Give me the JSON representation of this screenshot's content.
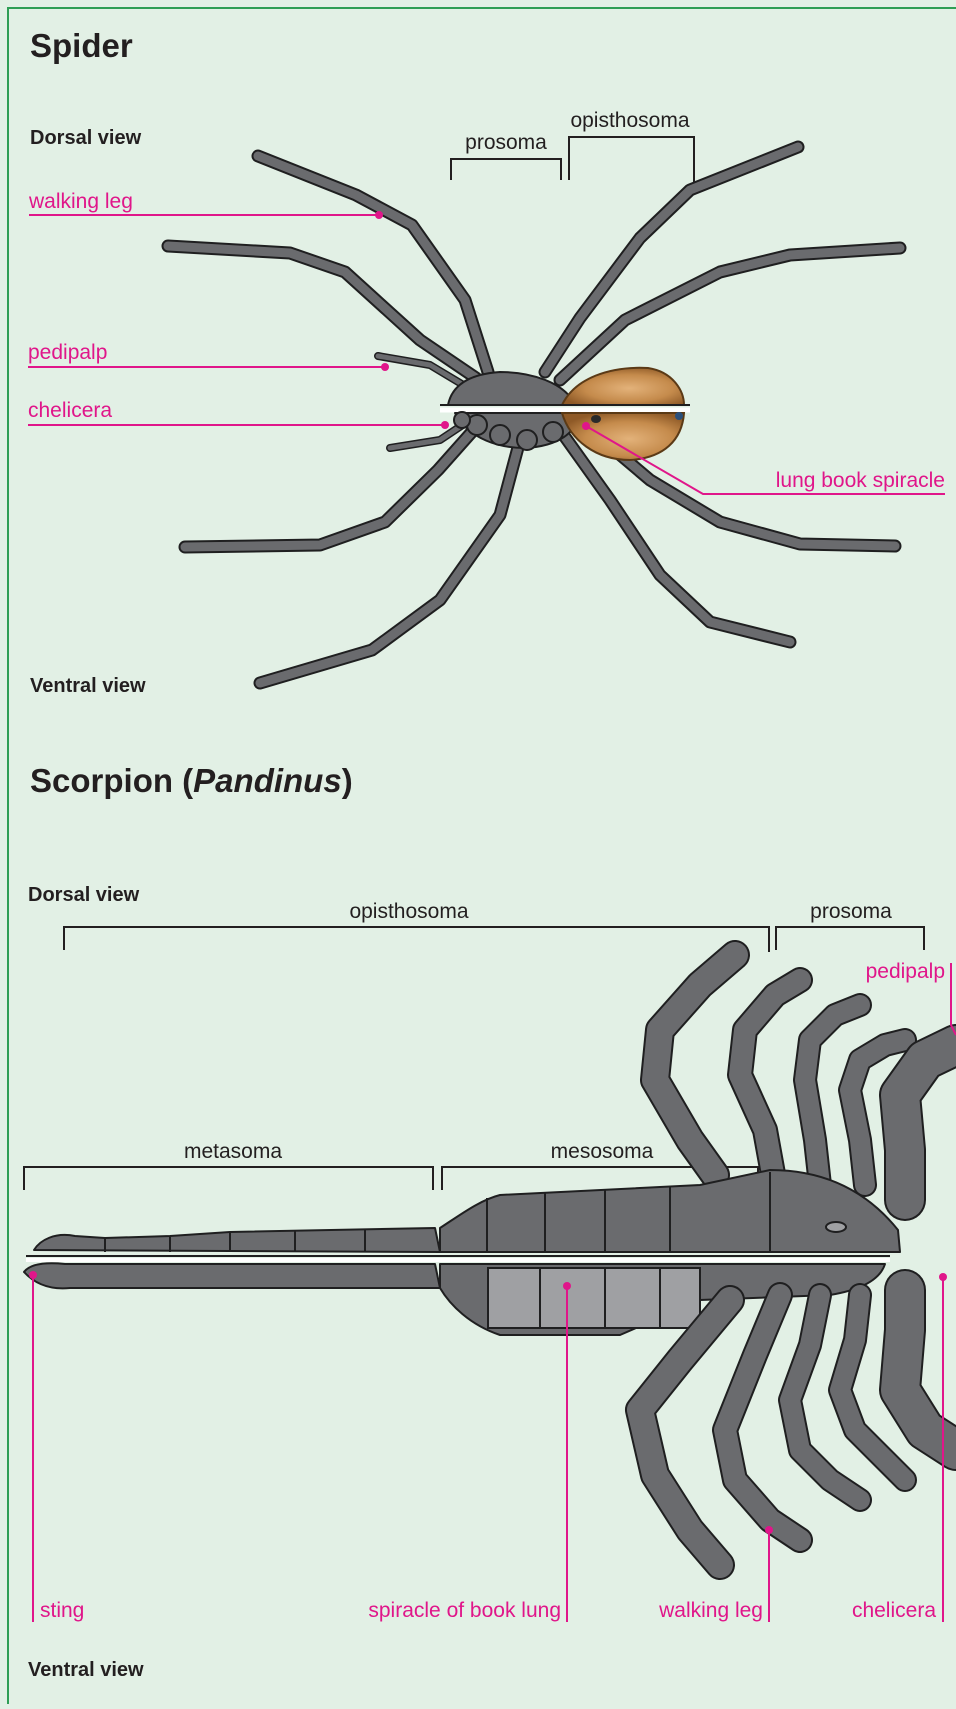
{
  "spider": {
    "title": "Spider",
    "dorsal_view": "Dorsal view",
    "ventral_view": "Ventral view",
    "brackets": {
      "prosoma": "prosoma",
      "opisthosoma": "opisthosoma"
    },
    "labels": {
      "walking_leg": "walking leg",
      "pedipalp": "pedipalp",
      "chelicera": "chelicera",
      "lung_book_spiracle": "lung book spiracle"
    }
  },
  "scorpion": {
    "title_prefix": "Scorpion (",
    "title_genus": "Pandinus",
    "title_suffix": ")",
    "dorsal_view": "Dorsal view",
    "ventral_view": "Ventral view",
    "brackets": {
      "opisthosoma": "opisthosoma",
      "prosoma": "prosoma",
      "metasoma": "metasoma",
      "mesosoma": "mesosoma"
    },
    "labels": {
      "pedipalp": "pedipalp",
      "sting": "sting",
      "spiracle_of_book_lung": "spiracle of book lung",
      "walking_leg": "walking leg",
      "chelicera": "chelicera"
    }
  },
  "colors": {
    "background": "#e2f0e5",
    "border": "#2e9e55",
    "label": "#e0168a",
    "body": "#6a6b6e",
    "abdomen": "#c08a4e"
  }
}
